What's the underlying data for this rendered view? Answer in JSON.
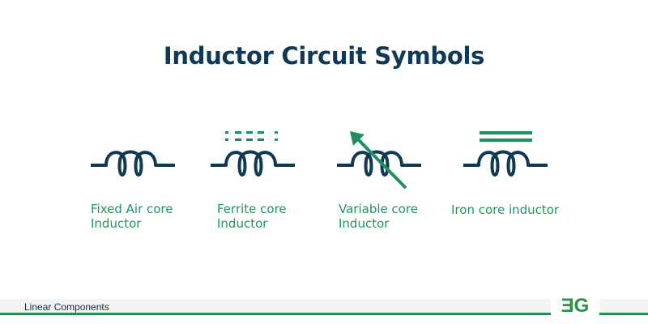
{
  "title": "Inductor Circuit Symbols",
  "symbols": [
    {
      "line1": "Fixed Air core",
      "line2": "Inductor"
    },
    {
      "line1": "Ferrite core",
      "line2": "Inductor"
    },
    {
      "line1": "Variable core",
      "line2": "Inductor"
    },
    {
      "line1": "Iron core inductor"
    }
  ],
  "footer": {
    "label": "Linear Components",
    "logo": "ƎG"
  },
  "colors": {
    "navy": "#0e3a55",
    "green": "#23955f"
  }
}
